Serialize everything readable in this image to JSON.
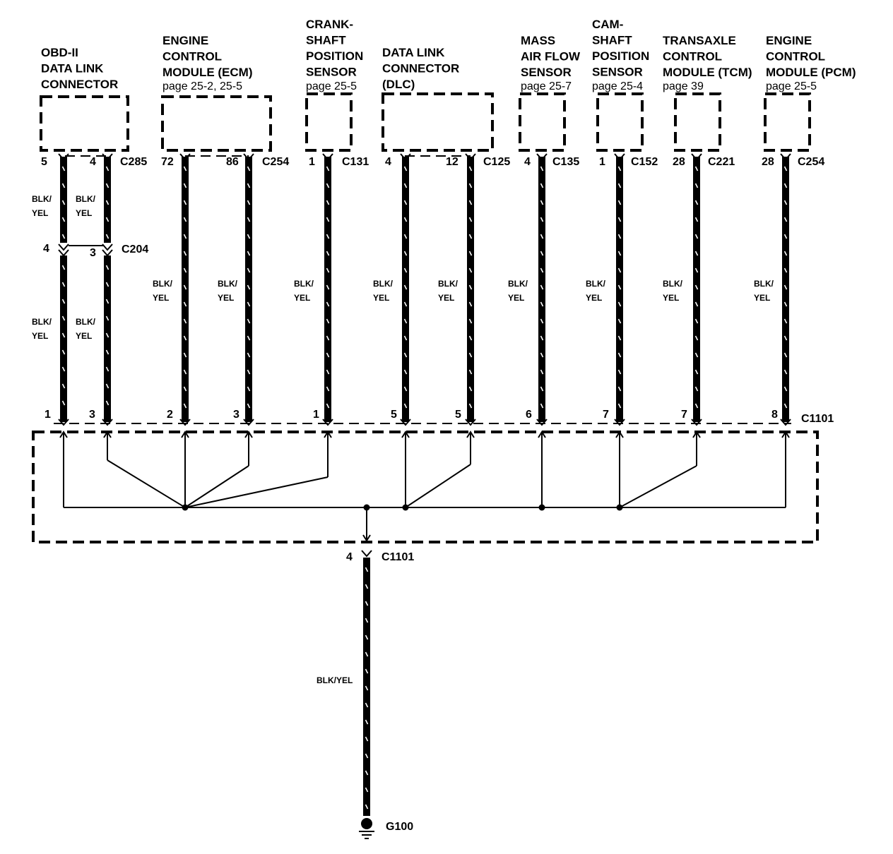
{
  "components": [
    {
      "id": "obd",
      "lines": [
        "OBD-II",
        "DATA LINK",
        "CONNECTOR"
      ],
      "page": ""
    },
    {
      "id": "ecm",
      "lines": [
        "ENGINE",
        "CONTROL",
        "MODULE (ECM)"
      ],
      "page": "page 25-2, 25-5"
    },
    {
      "id": "ckp",
      "lines": [
        "CRANK-",
        "SHAFT",
        "POSITION",
        "SENSOR"
      ],
      "page": "page 25-5"
    },
    {
      "id": "dlc",
      "lines": [
        "DATA LINK",
        "CONNECTOR",
        "(DLC)"
      ],
      "page": ""
    },
    {
      "id": "maf",
      "lines": [
        "MASS",
        "AIR FLOW",
        "SENSOR"
      ],
      "page": "page 25-7"
    },
    {
      "id": "cmp",
      "lines": [
        "CAM-",
        "SHAFT",
        "POSITION",
        "SENSOR"
      ],
      "page": "page 25-4"
    },
    {
      "id": "tcm",
      "lines": [
        "TRANSAXLE",
        "CONTROL",
        "MODULE (TCM)"
      ],
      "page": "page 39"
    },
    {
      "id": "pcm",
      "lines": [
        "ENGINE",
        "CONTROL",
        "MODULE (PCM)"
      ],
      "page": "page 25-5"
    }
  ],
  "connectors": {
    "obd": "C285",
    "ecm": "C254",
    "ckp": "C131",
    "dlc": "C125",
    "maf": "C135",
    "cmp": "C152",
    "tcm": "C221",
    "pcm": "C254",
    "inline": "C204",
    "splice": "C1101",
    "splice_out": "C1101",
    "ground": "G100"
  },
  "wires": [
    {
      "id": "w1",
      "top_pin": "5",
      "bottom_pin": "1",
      "mid_pin": "4",
      "color_upper": "BLK/\nYEL",
      "color": "BLK/\nYEL"
    },
    {
      "id": "w2",
      "top_pin": "4",
      "bottom_pin": "3",
      "mid_pin": "3",
      "color_upper": "BLK/\nYEL",
      "color": "BLK/\nYEL"
    },
    {
      "id": "w3",
      "top_pin": "72",
      "bottom_pin": "2",
      "color": "BLK/\nYEL"
    },
    {
      "id": "w4",
      "top_pin": "86",
      "bottom_pin": "3",
      "color": "BLK/\nYEL"
    },
    {
      "id": "w5",
      "top_pin": "1",
      "bottom_pin": "1",
      "color": "BLK/\nYEL"
    },
    {
      "id": "w6",
      "top_pin": "4",
      "bottom_pin": "5",
      "color": "BLK/\nYEL"
    },
    {
      "id": "w7",
      "top_pin": "12",
      "bottom_pin": "5",
      "color": "BLK/\nYEL"
    },
    {
      "id": "w8",
      "top_pin": "4",
      "bottom_pin": "6",
      "color": "BLK/\nYEL"
    },
    {
      "id": "w9",
      "top_pin": "1",
      "bottom_pin": "7",
      "color": "BLK/\nYEL"
    },
    {
      "id": "w10",
      "top_pin": "28",
      "bottom_pin": "7",
      "color": "BLK/\nYEL"
    },
    {
      "id": "w11",
      "top_pin": "28",
      "bottom_pin": "8",
      "color": "BLK/\nYEL"
    }
  ],
  "ground_wire": {
    "pin": "4",
    "color": "BLK/YEL"
  }
}
